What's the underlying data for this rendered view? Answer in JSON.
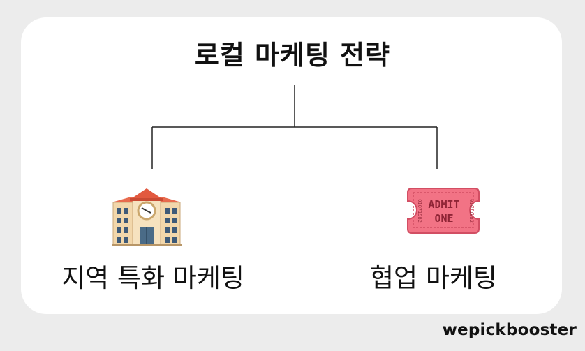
{
  "diagram": {
    "title": "로컬 마케팅 전략",
    "branches": [
      {
        "label": "지역 특화 마케팅",
        "icon": "school-building-icon"
      },
      {
        "label": "협업 마케팅",
        "icon": "admit-one-ticket-icon",
        "icon_text": [
          "ADMIT",
          "ONE"
        ]
      }
    ]
  },
  "footer": {
    "brand": "wepickbooster"
  },
  "colors": {
    "background": "#ececec",
    "card": "#ffffff",
    "text": "#111111",
    "ticket": "#f27385",
    "roof": "#e8694f",
    "building": "#f3d9b1"
  }
}
